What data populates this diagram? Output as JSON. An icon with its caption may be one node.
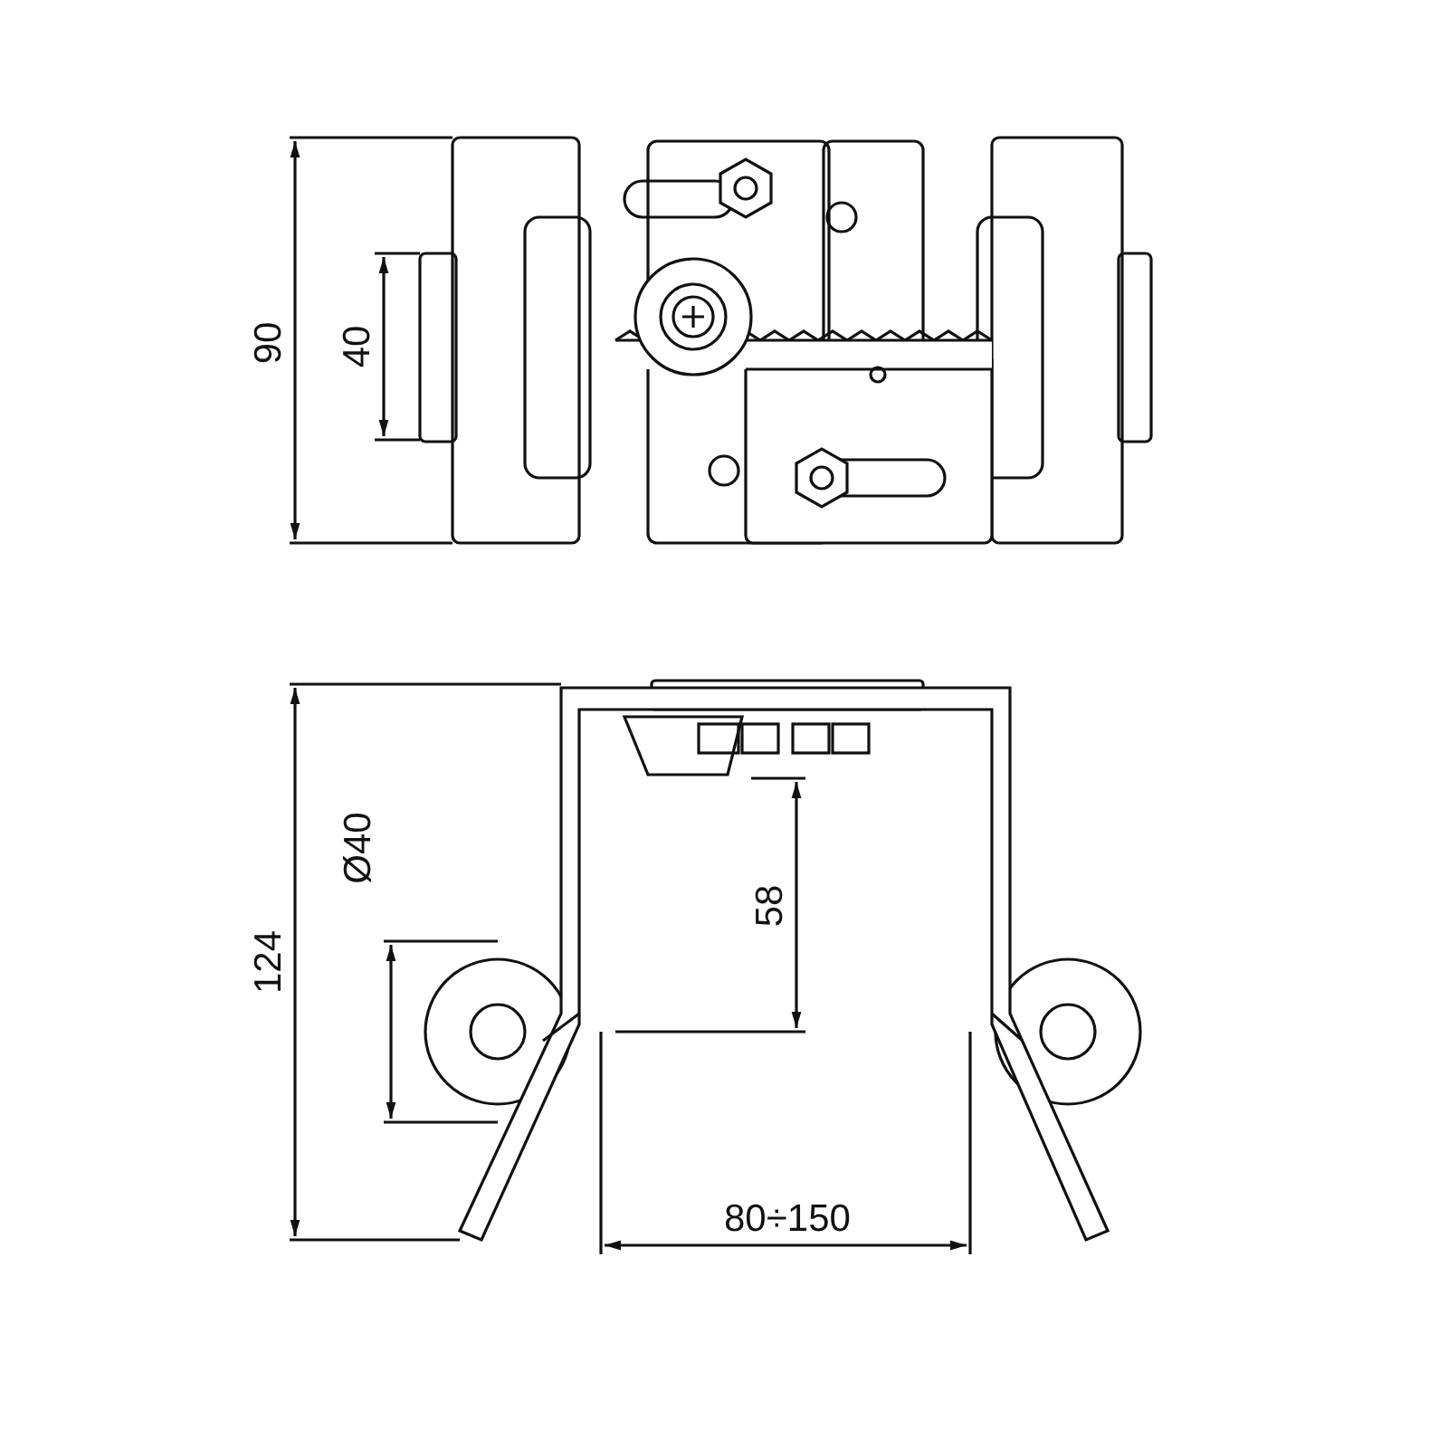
{
  "diagram": {
    "labels": [
      "90",
      "40",
      "124",
      "Ø40",
      "58",
      "80÷150"
    ]
  }
}
